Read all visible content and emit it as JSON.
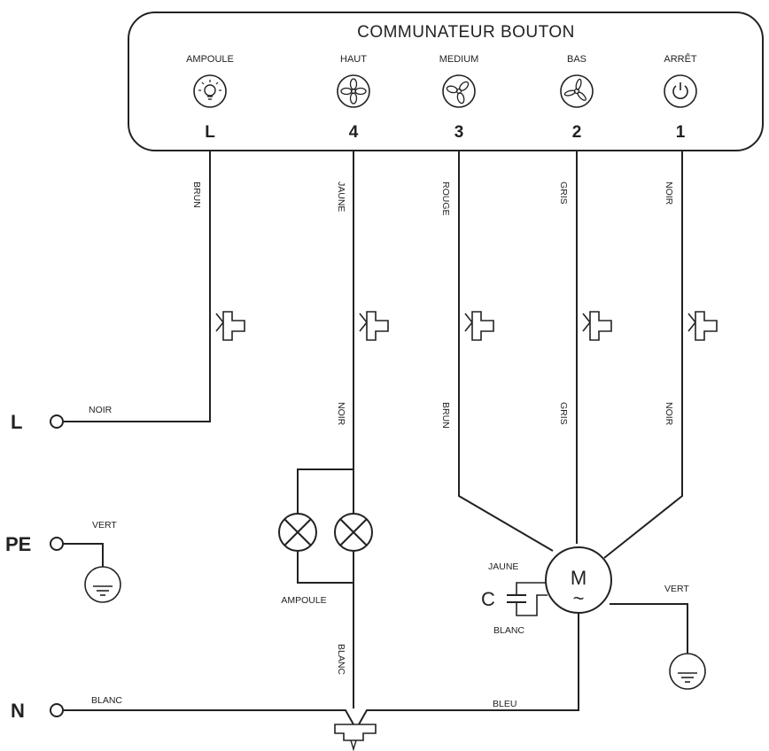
{
  "panel": {
    "title": "COMMUNATEUR BOUTON",
    "positions": [
      {
        "label": "AMPOULE",
        "number": "L",
        "icon": "light-bulb-icon"
      },
      {
        "label": "HAUT",
        "number": "4",
        "icon": "fan-high-icon"
      },
      {
        "label": "MEDIUM",
        "number": "3",
        "icon": "fan-medium-icon"
      },
      {
        "label": "BAS",
        "number": "2",
        "icon": "fan-low-icon"
      },
      {
        "label": "ARRÊT",
        "number": "1",
        "icon": "power-icon"
      }
    ]
  },
  "upper_wires": [
    "BRUN",
    "JAUNE",
    "ROUGE",
    "GRIS",
    "NOIR"
  ],
  "lower_wires": [
    "NOIR",
    "BRUN",
    "GRIS",
    "NOIR"
  ],
  "terminals": {
    "L": {
      "label": "L",
      "wire": "NOIR"
    },
    "PE": {
      "label": "PE",
      "wire": "VERT"
    },
    "N": {
      "label": "N",
      "wire": "BLANC"
    }
  },
  "lamps": {
    "label": "AMPOULE",
    "wire": "BLANC"
  },
  "motor": {
    "symbol": "M",
    "tilde": "~",
    "capacitor": "C",
    "cap_wire_top": "JAUNE",
    "cap_wire_bottom": "BLANC",
    "ground_wire": "VERT",
    "neutral_wire": "BLEU"
  }
}
